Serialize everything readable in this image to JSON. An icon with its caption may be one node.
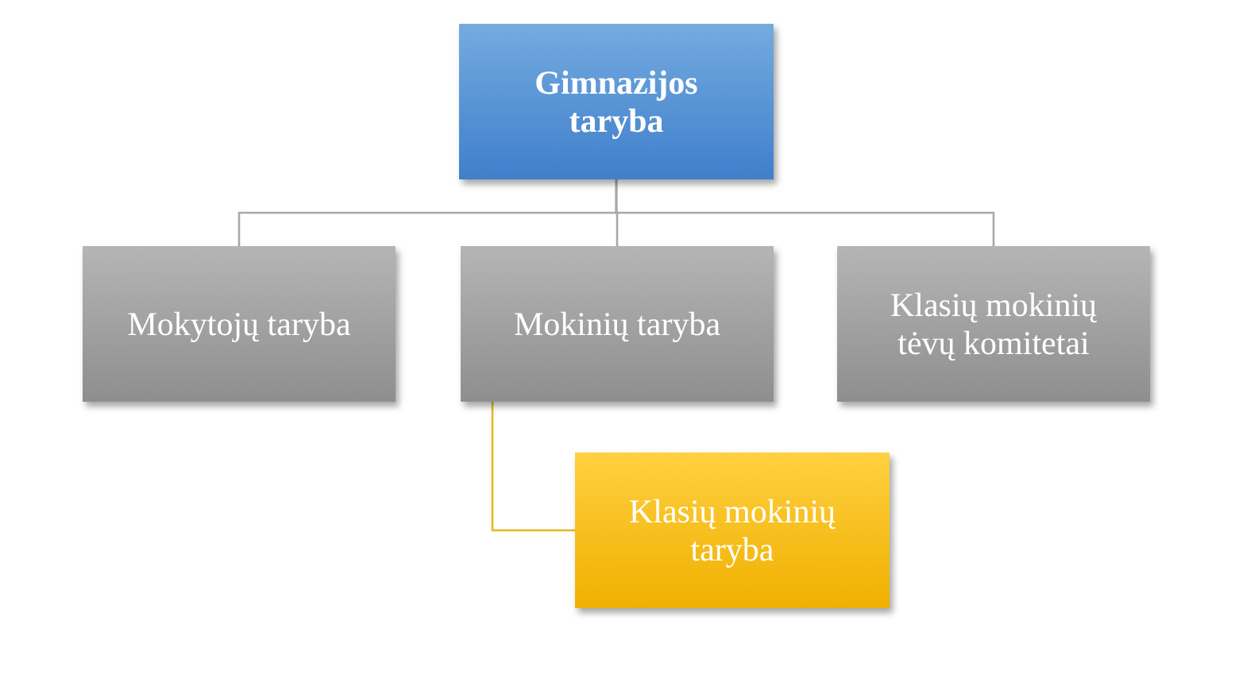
{
  "diagram": {
    "nodes": [
      {
        "text": [
          "Gimnazijos taryba"
        ]
      },
      {
        "text": [
          "Mokytojų taryba"
        ]
      },
      {
        "text": [
          "Mokinių taryba"
        ]
      },
      {
        "text": [
          "Klasių mokinių tėvų komitetai"
        ]
      },
      {
        "text": [
          "Klasių mokinių taryba"
        ]
      }
    ],
    "edges": [
      {
        "from": 0,
        "to": 1,
        "arrow": "none"
      },
      {
        "from": 0,
        "to": 2,
        "arrow": "none"
      },
      {
        "from": 0,
        "to": 3,
        "arrow": "none"
      },
      {
        "from": 2,
        "to": 4,
        "arrow": "none",
        "color": "#e8b820"
      }
    ]
  }
}
